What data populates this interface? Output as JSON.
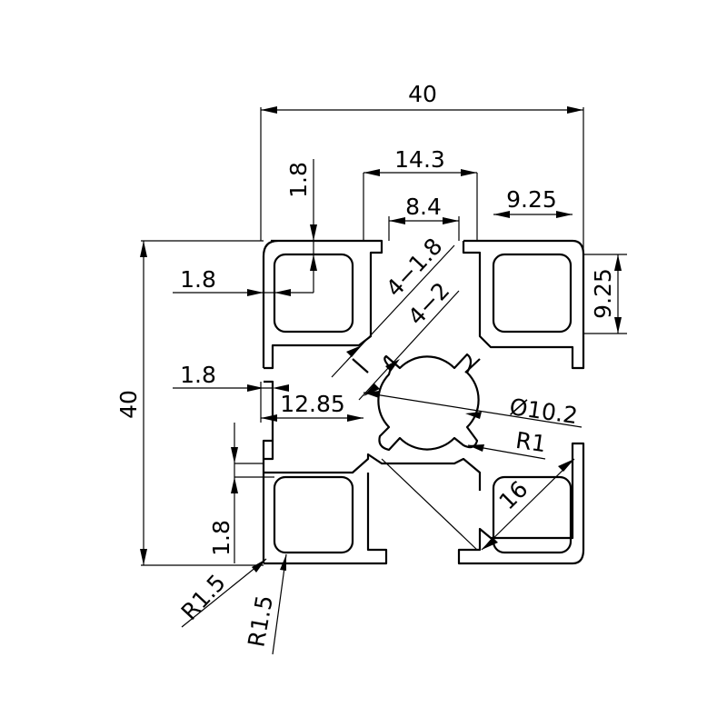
{
  "drawing": {
    "overall_width": "40",
    "overall_height": "40",
    "slot_outer_width": "14.3",
    "slot_opening_width": "8.4",
    "pocket_width": "9.25",
    "pocket_height": "9.25",
    "wall_top": "1.8",
    "wall_side_upper": "1.8",
    "wall_side_middle": "1.8",
    "wall_bottom": "1.8",
    "rib_thickness_1": "4−1.8",
    "rib_thickness_2": "4−2",
    "core_offset": "12.85",
    "bore_diameter": "Ø10.2",
    "bore_radius": "R1",
    "diagonal_length": "16",
    "outer_corner_radius": "R1.5",
    "inner_corner_radius": "R1.5"
  },
  "colors": {
    "line": "#000000",
    "background": "#ffffff"
  }
}
